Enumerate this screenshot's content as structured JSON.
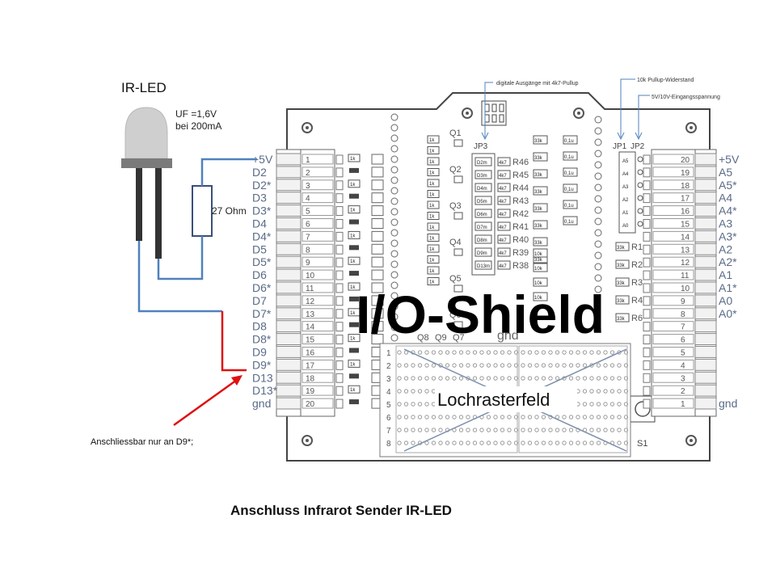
{
  "led": {
    "title": "IR-LED",
    "spec_line1": "UF =1,6V",
    "spec_line2": "bei 200mA",
    "resistor_label": "27 Ohm"
  },
  "board": {
    "title": "I/O-Shield",
    "field_label": "Lochrasterfeld",
    "switch_label": "S1",
    "jp3_label": "JP3",
    "jp1_label": "JP1",
    "jp2_label": "JP2",
    "note_top_center": "digitale Ausgänge mit 4k7-Pullup",
    "note_top_right1": "10k Pullup-Widerstand",
    "note_top_right2": "5V/10V-Eingangsspannung",
    "gnd_center": "gnd",
    "left_pins": [
      "+5V",
      "D2",
      "D2*",
      "D3",
      "D3*",
      "D4",
      "D4*",
      "D5",
      "D5*",
      "D6",
      "D6*",
      "D7",
      "D7*",
      "D8",
      "D8*",
      "D9",
      "D9*",
      "D13",
      "D13*",
      "gnd"
    ],
    "right_pins": [
      "+5V",
      "A5",
      "A5*",
      "A4",
      "A4*",
      "A3",
      "A3*",
      "A2",
      "A2*",
      "A1",
      "A1*",
      "A0",
      "A0*",
      "",
      "",
      "",
      "",
      "",
      "",
      "gnd"
    ],
    "left_numbers": [
      "1",
      "2",
      "3",
      "4",
      "5",
      "6",
      "7",
      "8",
      "9",
      "10",
      "11",
      "12",
      "13",
      "14",
      "15",
      "16",
      "17",
      "18",
      "19",
      "20"
    ],
    "right_numbers": [
      "20",
      "19",
      "18",
      "17",
      "16",
      "15",
      "14",
      "13",
      "12",
      "11",
      "10",
      "9",
      "8",
      "7",
      "6",
      "5",
      "4",
      "3",
      "2",
      "1"
    ],
    "chip_labels": [
      "D2m",
      "D3m",
      "D4m",
      "D5m",
      "D6m",
      "D7m",
      "D8m",
      "D9m",
      "D13m"
    ],
    "r_labels_mid": [
      "R46",
      "R45",
      "R44",
      "R43",
      "R42",
      "R41",
      "R40",
      "R39",
      "R38"
    ],
    "q_labels": [
      "Q1",
      "Q2",
      "Q3",
      "Q4",
      "Q5",
      "Q6"
    ],
    "bottom_q": [
      "Q8",
      "Q9",
      "Q7"
    ],
    "r_labels_right": [
      "R1",
      "R2",
      "R3",
      "R4",
      "R6"
    ],
    "jp1_pins": [
      "A5",
      "A4",
      "A3",
      "A2",
      "A1",
      "A0"
    ],
    "res_values": [
      "1k",
      "4k7",
      "33k",
      "10k",
      "0,1u"
    ]
  },
  "annotation": {
    "arrow_text": "Anschliessbar nur an  D9*;"
  },
  "caption": "Anschluss Infrarot Sender  IR-LED",
  "colors": {
    "wire_blue": "#4f81bd",
    "wire_red": "#e01010",
    "pin_text": "#5a6b87"
  }
}
